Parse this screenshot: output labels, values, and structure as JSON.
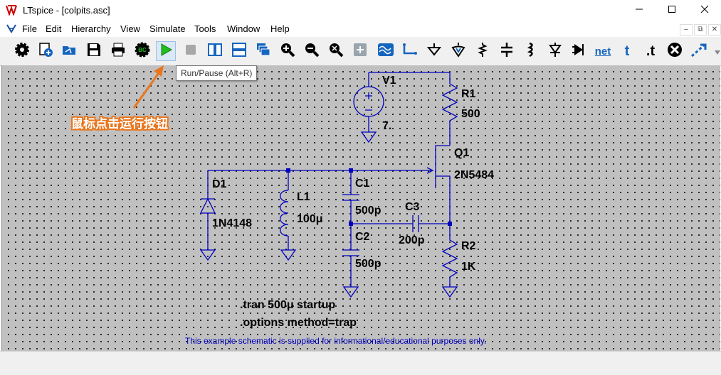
{
  "window": {
    "title": "LTspice - [colpits.asc]"
  },
  "menu": [
    "File",
    "Edit",
    "Hierarchy",
    "View",
    "Simulate",
    "Tools",
    "Window",
    "Help"
  ],
  "mdi_controls": [
    "–",
    "⧉",
    "✕"
  ],
  "toolbar": {
    "tooltip": "Run/Pause (Alt+R)",
    "net_label": "net",
    "t_label": "t",
    "dot_t_label": ".t",
    "callout": "鼠标点击运行按钮"
  },
  "components": {
    "v1": {
      "name": "V1",
      "value": "7."
    },
    "r1": {
      "name": "R1",
      "value": "500"
    },
    "q1": {
      "name": "Q1",
      "value": "2N5484"
    },
    "d1": {
      "name": "D1",
      "value": "1N4148"
    },
    "l1": {
      "name": "L1",
      "value": "100μ"
    },
    "c1": {
      "name": "C1",
      "value": "500p"
    },
    "c2": {
      "name": "C2",
      "value": "500p"
    },
    "c3": {
      "name": "C3",
      "value": "200p"
    },
    "r2": {
      "name": "R2",
      "value": "1K"
    }
  },
  "directives": [
    ".tran 500μ startup",
    ".options method=trap"
  ],
  "disclaimer": "This example schematic is supplied for informational/educational purposes only.",
  "colors": {
    "wire": "#0000c0",
    "canvas": "#c0c0c0",
    "run_green": "#22bb22",
    "callout": "#e8761e",
    "tooltip_border": "#767676"
  }
}
